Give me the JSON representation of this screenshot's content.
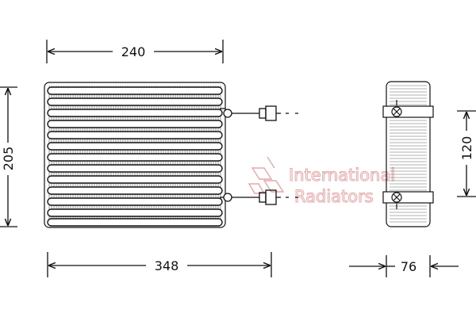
{
  "dimensions": {
    "top_width": "240",
    "left_height": "205",
    "bottom_width": "348",
    "right_height": "120",
    "depth": "76"
  },
  "watermark": {
    "line1": "International",
    "line2": "Radiators",
    "color": "#e7a7a7"
  },
  "colors": {
    "stroke": "#111111",
    "background": "#ffffff"
  }
}
